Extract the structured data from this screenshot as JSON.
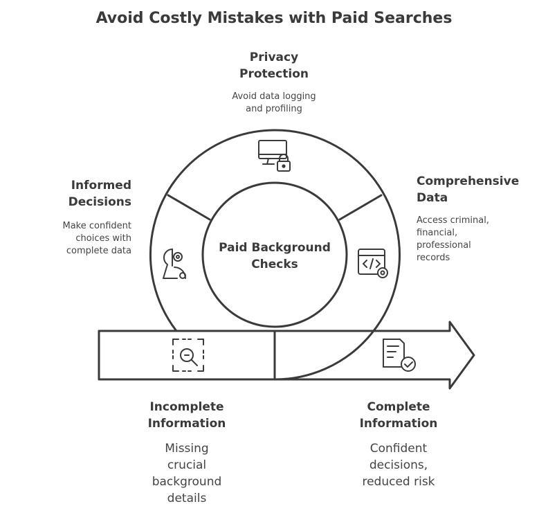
{
  "title": "Avoid Costly Mistakes with Paid Searches",
  "center": {
    "label": "Paid Background\nChecks"
  },
  "segments": {
    "privacy": {
      "heading": "Privacy\nProtection",
      "description": "Avoid data logging\nand profiling",
      "icon": "monitor-lock-icon"
    },
    "comprehensive": {
      "heading": "Comprehensive\nData",
      "description": "Access criminal,\nfinancial,\nprofessional\nrecords",
      "icon": "code-window-gear-icon"
    },
    "informed": {
      "heading": "Informed\nDecisions",
      "description": "Make confident\nchoices with\ncomplete data",
      "icon": "head-gear-icon"
    }
  },
  "arrow": {
    "incomplete": {
      "heading": "Incomplete\nInformation",
      "description": "Missing\ncrucial\nbackground\ndetails",
      "icon": "magnifier-scan-icon"
    },
    "complete": {
      "heading": "Complete\nInformation",
      "description": "Confident\ndecisions,\nreduced risk",
      "icon": "document-check-icon"
    }
  },
  "colors": {
    "stroke": "#3a3a3a",
    "text": "#333333",
    "background": "#ffffff"
  }
}
